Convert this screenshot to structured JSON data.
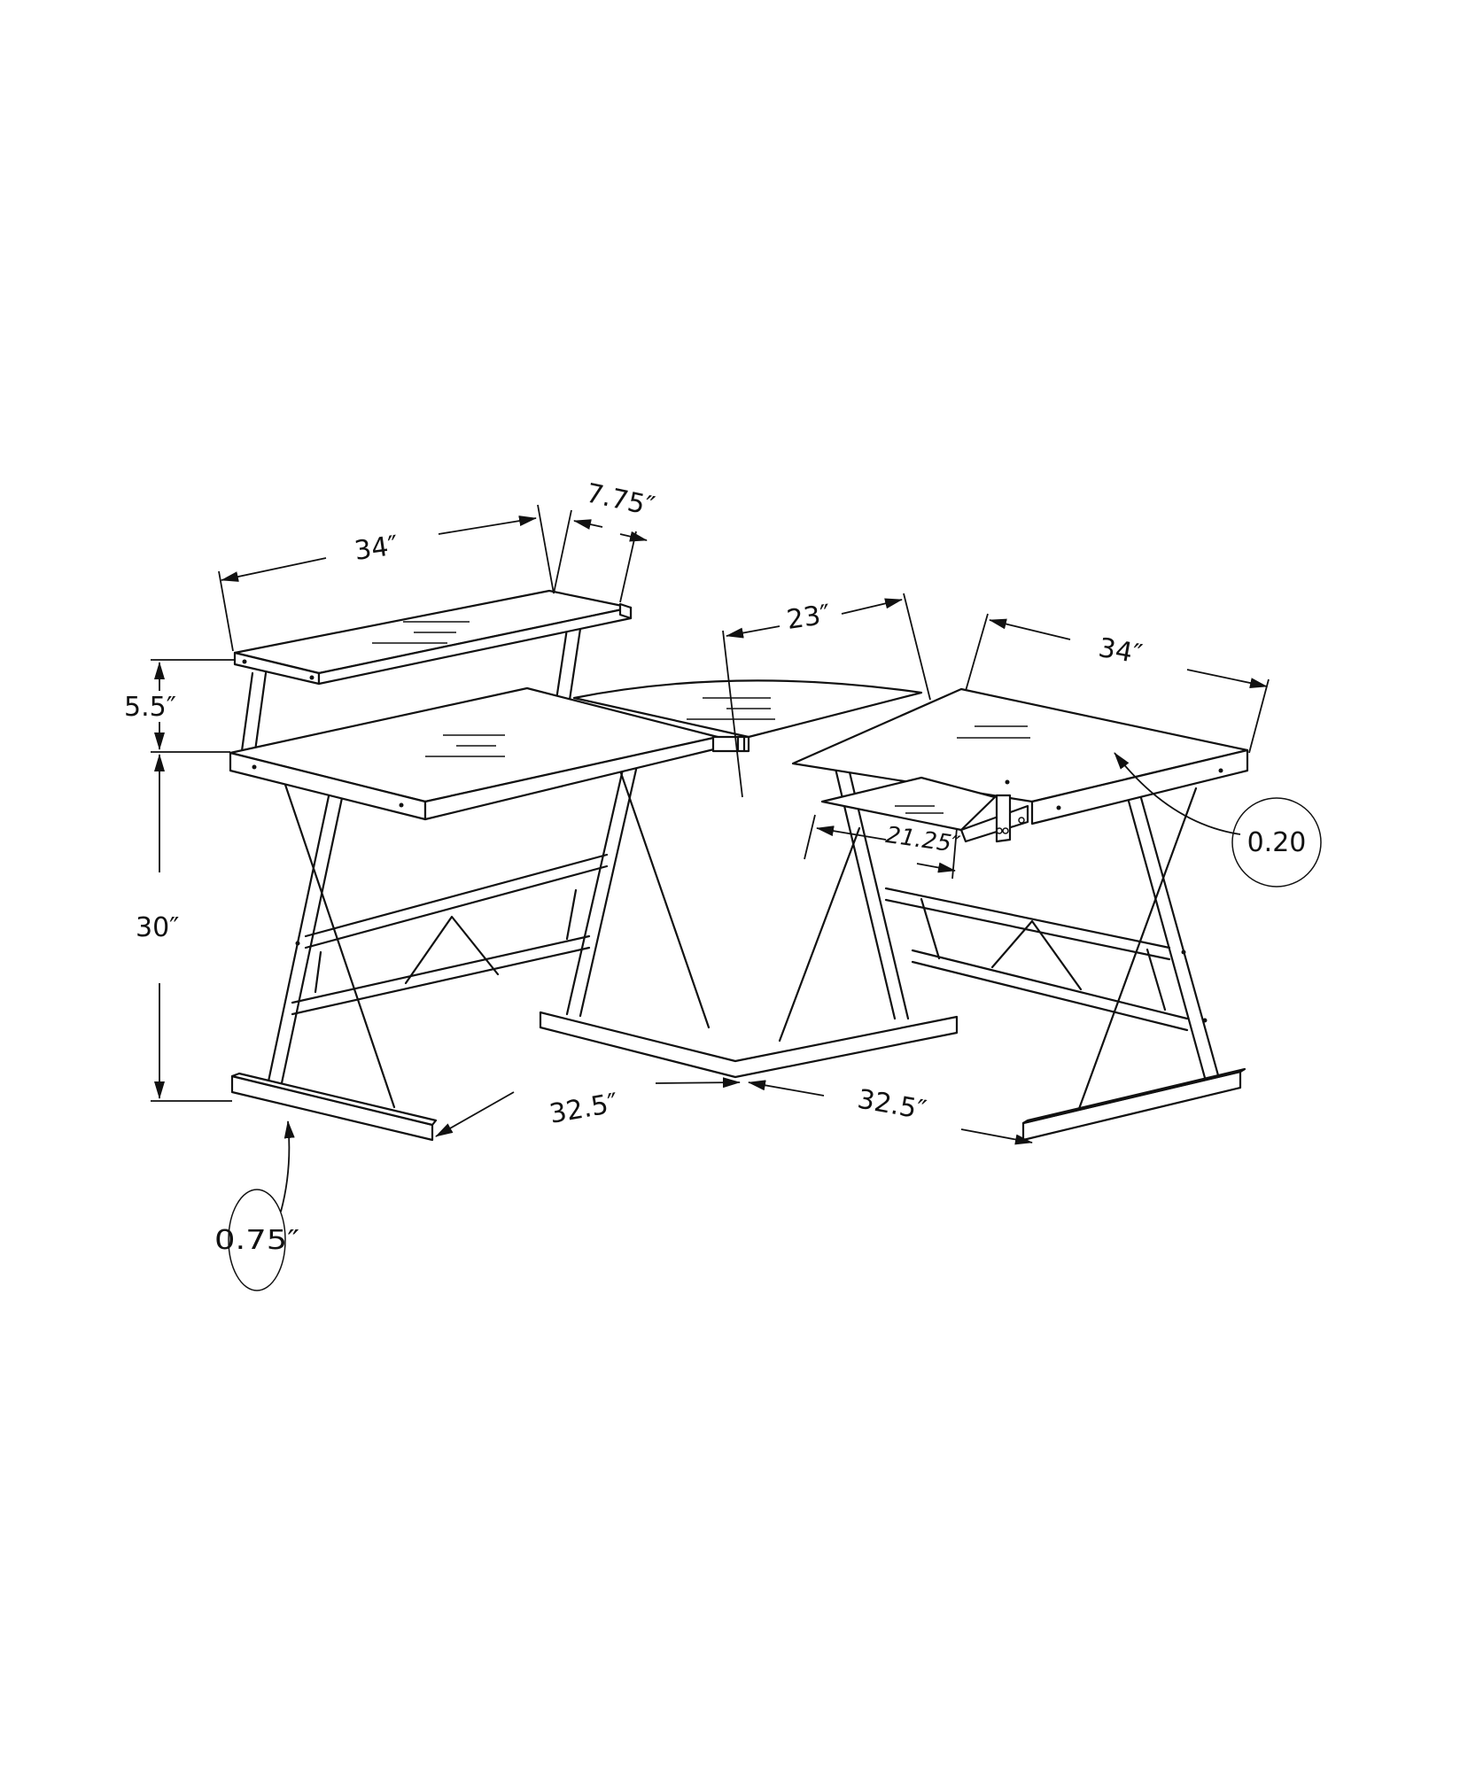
{
  "diagram": {
    "subject": "L-shaped corner computer desk with hutch shelf and keyboard tray",
    "colors": {
      "line": "#111111",
      "background": "#ffffff"
    },
    "dimensions": {
      "shelf_width": "34″",
      "shelf_depth": "7.75″",
      "shelf_height": "5.5″",
      "desk_height": "30″",
      "corner_width": "23″",
      "right_desk_width": "34″",
      "keyboard_tray_width": "21.25″",
      "left_base_length": "32.5″",
      "right_base_length": "32.5″"
    },
    "callouts": {
      "top_thickness": "0.20",
      "base_thickness": "0.75″"
    }
  }
}
